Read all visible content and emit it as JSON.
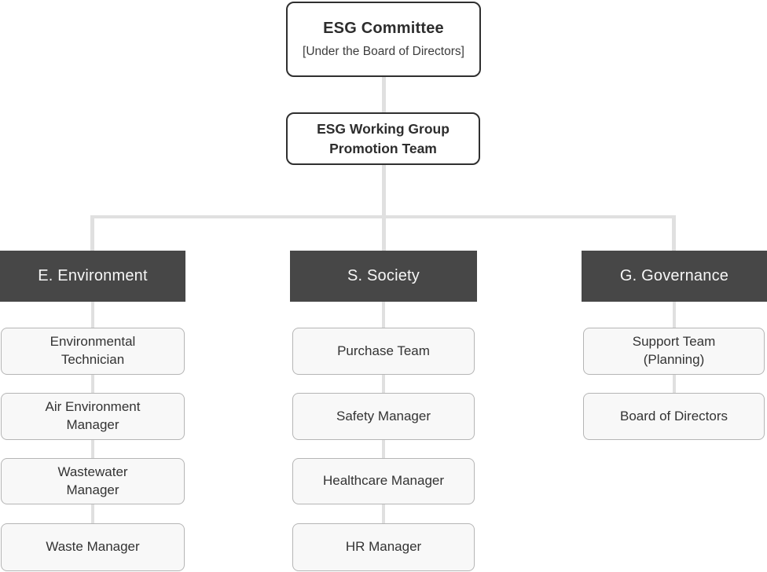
{
  "org_chart": {
    "root": {
      "title": "ESG Committee",
      "subtitle": "[Under the Board of Directors]"
    },
    "working_group": {
      "title": "ESG Working Group\nPromotion Team"
    },
    "columns": [
      {
        "header": "E. Environment",
        "items": [
          "Environmental\nTechnician",
          "Air Environment\nManager",
          "Wastewater\nManager",
          "Waste Manager"
        ]
      },
      {
        "header": "S. Society",
        "items": [
          "Purchase Team",
          "Safety Manager",
          "Healthcare Manager",
          "HR Manager"
        ]
      },
      {
        "header": "G. Governance",
        "items": [
          "Support Team\n(Planning)",
          "Board of Directors"
        ]
      }
    ],
    "colors": {
      "header_bg": "#474747",
      "header_text": "#f7f7f7",
      "node_bg": "#f8f8f8",
      "node_border": "#b5b5b5",
      "top_box_border": "#2f2f2f",
      "connector": "#e0e0e0"
    }
  }
}
